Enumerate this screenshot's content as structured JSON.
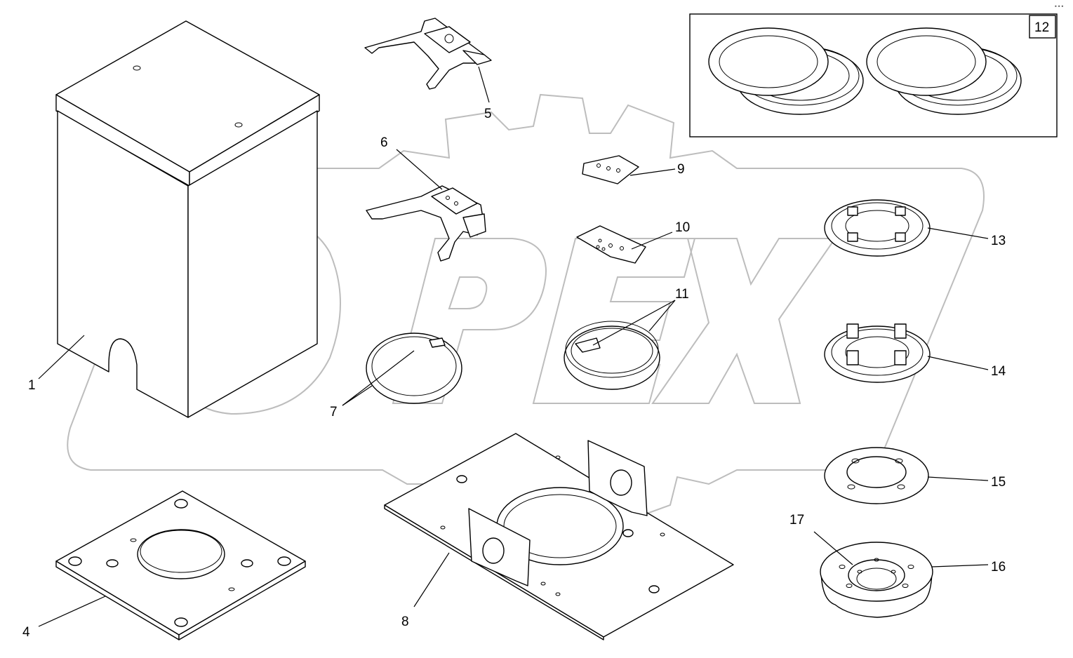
{
  "watermark": {
    "text": "OPEX"
  },
  "corner_mark": "•••",
  "callouts": [
    {
      "id": "1",
      "label": "1"
    },
    {
      "id": "4",
      "label": "4"
    },
    {
      "id": "5",
      "label": "5"
    },
    {
      "id": "6",
      "label": "6"
    },
    {
      "id": "7",
      "label": "7"
    },
    {
      "id": "8",
      "label": "8"
    },
    {
      "id": "9",
      "label": "9"
    },
    {
      "id": "10",
      "label": "10"
    },
    {
      "id": "11",
      "label": "11"
    },
    {
      "id": "12",
      "label": "12"
    },
    {
      "id": "13",
      "label": "13"
    },
    {
      "id": "14",
      "label": "14"
    },
    {
      "id": "15",
      "label": "15"
    },
    {
      "id": "16",
      "label": "16"
    },
    {
      "id": "17",
      "label": "17"
    }
  ]
}
